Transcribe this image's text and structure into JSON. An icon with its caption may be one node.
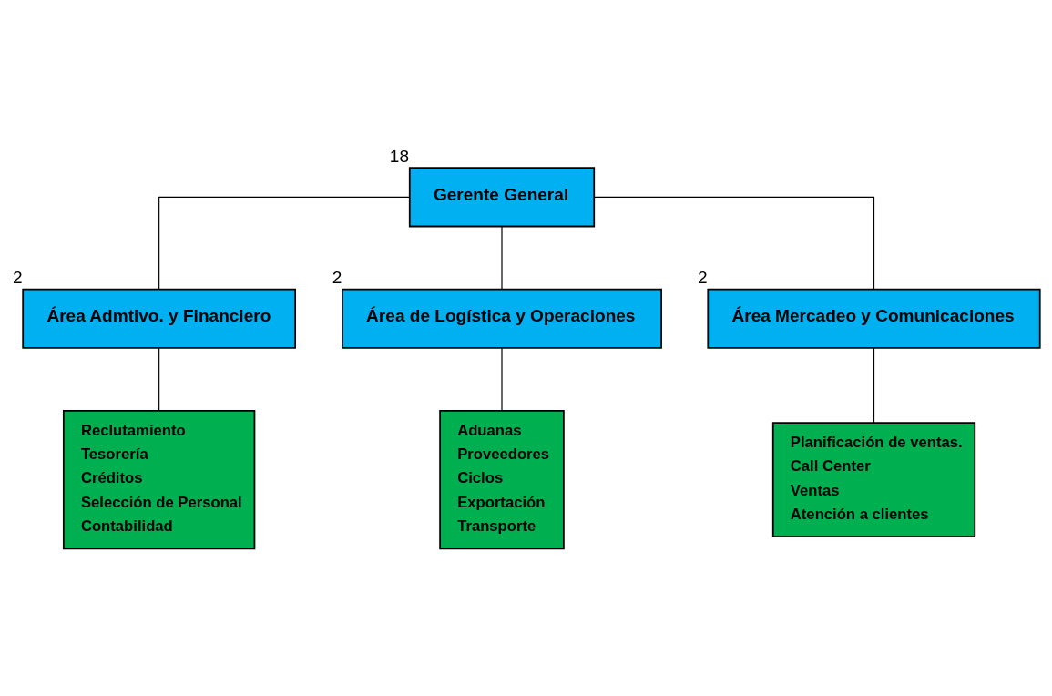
{
  "diagram": {
    "nodes": [
      {
        "text": [
          "Gerente General"
        ],
        "beside": [
          "18"
        ]
      },
      {
        "text": [
          "Área Admtivo. y Financiero"
        ],
        "beside": [
          "2"
        ]
      },
      {
        "text": [
          "Área de Logística y Operaciones"
        ],
        "beside": [
          "2"
        ]
      },
      {
        "text": [
          "Área Mercadeo y Comunicaciones"
        ],
        "beside": [
          "2"
        ]
      },
      {
        "text": [
          "Reclutamiento",
          "Tesorería",
          "Créditos",
          "Selección de Personal",
          "Contabilidad"
        ]
      },
      {
        "text": [
          "Aduanas",
          "Proveedores",
          "Ciclos",
          "Exportación",
          "Transporte"
        ]
      },
      {
        "text": [
          "Planificación de ventas.",
          "Call Center",
          "Ventas",
          "Atención a clientes"
        ]
      }
    ],
    "edges": [
      {
        "from": 0,
        "to": 1,
        "arrow": "none"
      },
      {
        "from": 0,
        "to": 2,
        "arrow": "none"
      },
      {
        "from": 0,
        "to": 3,
        "arrow": "none"
      },
      {
        "from": 1,
        "to": 4,
        "arrow": "none"
      },
      {
        "from": 2,
        "to": 5,
        "arrow": "none"
      },
      {
        "from": 3,
        "to": 6,
        "arrow": "none"
      }
    ]
  }
}
